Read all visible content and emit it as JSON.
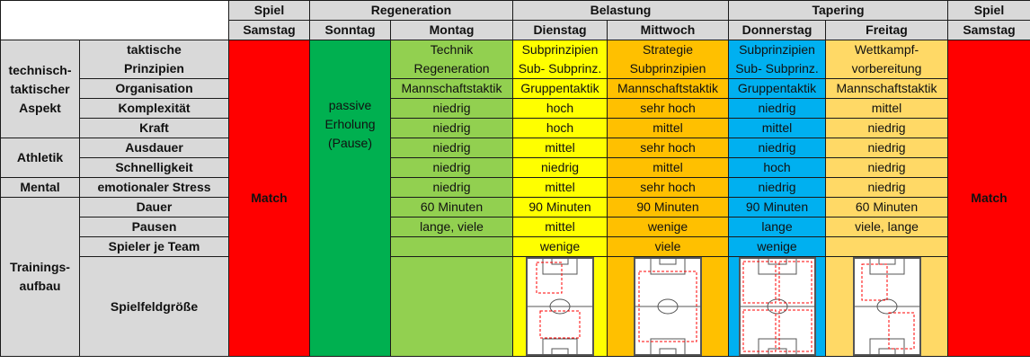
{
  "header": {
    "phases": [
      "Spiel",
      "Regeneration",
      "Belastung",
      "Tapering",
      "Spiel"
    ],
    "days": [
      "Samstag",
      "Sonntag",
      "Montag",
      "Dienstag",
      "Mittwoch",
      "Donnerstag",
      "Freitag",
      "Samstag"
    ]
  },
  "categories": {
    "technisch": [
      "technisch-",
      "taktischer",
      "Aspekt"
    ],
    "athletik": "Athletik",
    "mental": "Mental",
    "training": [
      "Trainings-",
      "aufbau"
    ]
  },
  "labels": {
    "prinzipien": [
      "taktische",
      "Prinzipien"
    ],
    "organisation": "Organisation",
    "komplexitaet": "Komplexität",
    "kraft": "Kraft",
    "ausdauer": "Ausdauer",
    "schnelligkeit": "Schnelligkeit",
    "stress": "emotionaler Stress",
    "dauer": "Dauer",
    "pausen": "Pausen",
    "spieler": "Spieler je Team",
    "spielfeld": "Spielfeldgröße"
  },
  "match_label": "Match",
  "sonntag_text": [
    "passive",
    "Erholung",
    "(Pause)"
  ],
  "cells": {
    "prinzipien": [
      [
        "Technik",
        "Regeneration"
      ],
      [
        "Subprinzipien",
        "Sub- Subprinz."
      ],
      [
        "Strategie",
        "Subprinzipien"
      ],
      [
        "Subprinzipien",
        "Sub- Subprinz."
      ],
      [
        "Wettkampf-",
        "vorbereitung"
      ]
    ],
    "organisation": [
      "Mannschaftstaktik",
      "Gruppentaktik",
      "Mannschaftstaktik",
      "Gruppentaktik",
      "Mannschaftstaktik"
    ],
    "komplexitaet": [
      "niedrig",
      "hoch",
      "sehr hoch",
      "niedrig",
      "mittel"
    ],
    "kraft": [
      "niedrig",
      "hoch",
      "mittel",
      "mittel",
      "niedrig"
    ],
    "ausdauer": [
      "niedrig",
      "mittel",
      "sehr hoch",
      "niedrig",
      "niedrig"
    ],
    "schnelligkeit": [
      "niedrig",
      "niedrig",
      "mittel",
      "hoch",
      "niedrig"
    ],
    "stress": [
      "niedrig",
      "mittel",
      "sehr hoch",
      "niedrig",
      "niedrig"
    ],
    "dauer": [
      "60 Minuten",
      "90 Minuten",
      "90 Minuten",
      "90 Minuten",
      "60 Minuten"
    ],
    "pausen": [
      "lange, viele",
      "mittel",
      "wenige",
      "lange",
      "viele, lange"
    ],
    "spieler": [
      "",
      "wenige",
      "viele",
      "wenige",
      ""
    ]
  },
  "colors": {
    "spiel": "#ff0000",
    "sonntag": "#00b050",
    "montag": "#92d050",
    "dienstag": "#ffff00",
    "mittwoch": "#ffc000",
    "donnerstag": "#00b0f0",
    "freitag": "#ffd966",
    "header": "#d9d9d9",
    "pitch_marking": "#ff0000"
  }
}
